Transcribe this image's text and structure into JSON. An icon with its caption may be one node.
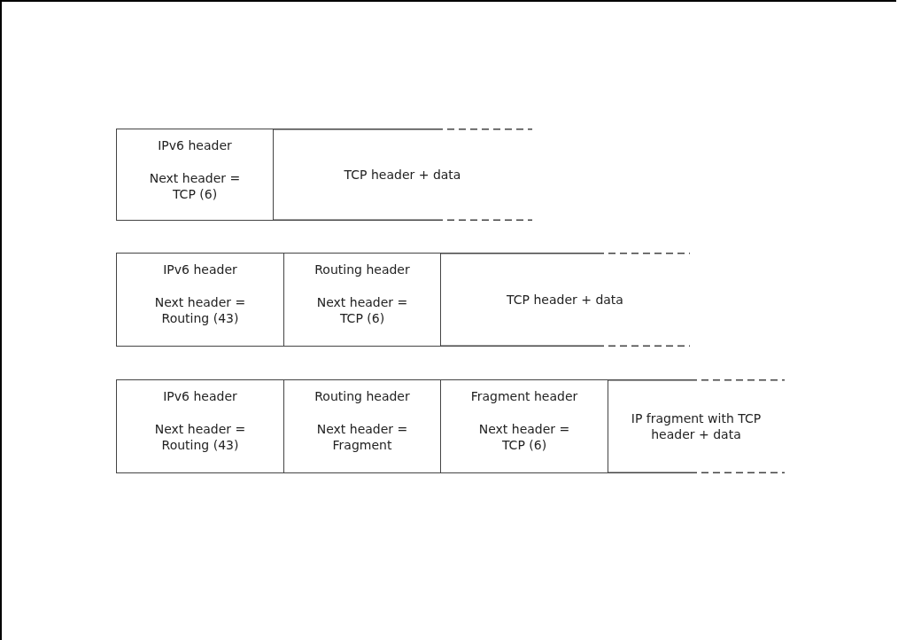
{
  "diagram": {
    "nodes": [
      {
        "text": [
          "IPv6 header",
          "Next header = TCP (6)"
        ]
      },
      {
        "text": [
          "TCP header + data"
        ]
      },
      {
        "text": [
          "IPv6 header",
          "Next header = Routing (43)"
        ]
      },
      {
        "text": [
          "Routing header",
          "Next header = TCP (6)"
        ]
      },
      {
        "text": [
          "TCP header + data"
        ]
      },
      {
        "text": [
          "IPv6 header",
          "Next header = Routing (43)"
        ]
      },
      {
        "text": [
          "Routing header",
          "Next header = Fragment"
        ]
      },
      {
        "text": [
          "Fragment header",
          "Next header = TCP (6)"
        ]
      },
      {
        "text": [
          "IP fragment with TCP header + data"
        ]
      }
    ]
  }
}
